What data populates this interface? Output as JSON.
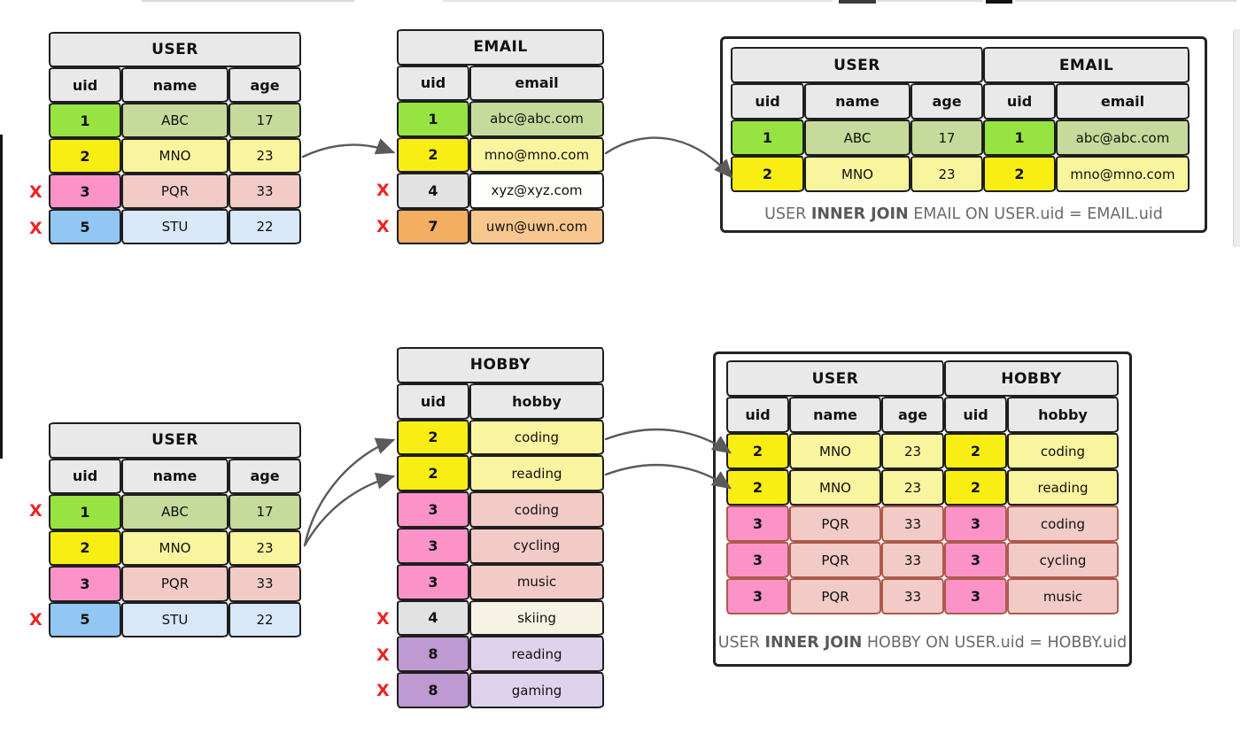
{
  "colors": {
    "key_green": "#97e342",
    "light_green": "#c6db9b",
    "key_yellow": "#f8ee14",
    "light_yellow": "#f9f49e",
    "key_pink": "#fb93c8",
    "light_pink": "#f2cbc6",
    "key_blue": "#92c7f3",
    "light_blue": "#d9e8f8",
    "key_gray": "#e2e2e2",
    "white_cell": "#fdfdfb",
    "key_orange": "#f4ae61",
    "light_orange": "#f7c78e",
    "key_purple": "#bf99d1",
    "light_purple": "#ded2ec",
    "cream_cell": "#f6f3e4",
    "header_bg": "#e9e9e9",
    "x_mark": "#ee2222",
    "arrow": "#5a5a5a",
    "caption_text": "#6a6a6a",
    "pink_border": "#ad5a4d"
  },
  "x_mark_label": "X",
  "tables": {
    "user_top": {
      "title": "USER",
      "headers": [
        "uid",
        "name",
        "age"
      ],
      "rows": [
        {
          "uid": "1",
          "name": "ABC",
          "age": "17"
        },
        {
          "uid": "2",
          "name": "MNO",
          "age": "23"
        },
        {
          "uid": "3",
          "name": "PQR",
          "age": "33",
          "excluded": true
        },
        {
          "uid": "5",
          "name": "STU",
          "age": "22",
          "excluded": true
        }
      ]
    },
    "email": {
      "title": "EMAIL",
      "headers": [
        "uid",
        "email"
      ],
      "rows": [
        {
          "uid": "1",
          "email": "abc@abc.com"
        },
        {
          "uid": "2",
          "email": "mno@mno.com"
        },
        {
          "uid": "4",
          "email": "xyz@xyz.com",
          "excluded": true
        },
        {
          "uid": "7",
          "email": "uwn@uwn.com",
          "excluded": true
        }
      ]
    },
    "user_bottom": {
      "title": "USER",
      "headers": [
        "uid",
        "name",
        "age"
      ],
      "rows": [
        {
          "uid": "1",
          "name": "ABC",
          "age": "17",
          "excluded": true
        },
        {
          "uid": "2",
          "name": "MNO",
          "age": "23"
        },
        {
          "uid": "3",
          "name": "PQR",
          "age": "33"
        },
        {
          "uid": "5",
          "name": "STU",
          "age": "22",
          "excluded": true
        }
      ]
    },
    "hobby": {
      "title": "HOBBY",
      "headers": [
        "uid",
        "hobby"
      ],
      "rows": [
        {
          "uid": "2",
          "hobby": "coding"
        },
        {
          "uid": "2",
          "hobby": "reading"
        },
        {
          "uid": "3",
          "hobby": "coding"
        },
        {
          "uid": "3",
          "hobby": "cycling"
        },
        {
          "uid": "3",
          "hobby": "music"
        },
        {
          "uid": "4",
          "hobby": "skiing",
          "excluded": true
        },
        {
          "uid": "8",
          "hobby": "reading",
          "excluded": true
        },
        {
          "uid": "8",
          "hobby": "gaming",
          "excluded": true
        }
      ]
    }
  },
  "results": {
    "user_email": {
      "group_headers": [
        "USER",
        "EMAIL"
      ],
      "headers": [
        "uid",
        "name",
        "age",
        "uid",
        "email"
      ],
      "rows": [
        {
          "uid": "1",
          "name": "ABC",
          "age": "17",
          "uid2": "1",
          "email": "abc@abc.com"
        },
        {
          "uid": "2",
          "name": "MNO",
          "age": "23",
          "uid2": "2",
          "email": "mno@mno.com"
        }
      ],
      "caption": {
        "pre": "USER ",
        "bold": "INNER JOIN",
        "post": " EMAIL ON USER.uid = EMAIL.uid"
      }
    },
    "user_hobby": {
      "group_headers": [
        "USER",
        "HOBBY"
      ],
      "headers": [
        "uid",
        "name",
        "age",
        "uid",
        "hobby"
      ],
      "rows": [
        {
          "uid": "2",
          "name": "MNO",
          "age": "23",
          "uid2": "2",
          "hobby": "coding"
        },
        {
          "uid": "2",
          "name": "MNO",
          "age": "23",
          "uid2": "2",
          "hobby": "reading"
        },
        {
          "uid": "3",
          "name": "PQR",
          "age": "33",
          "uid2": "3",
          "hobby": "coding"
        },
        {
          "uid": "3",
          "name": "PQR",
          "age": "33",
          "uid2": "3",
          "hobby": "cycling"
        },
        {
          "uid": "3",
          "name": "PQR",
          "age": "33",
          "uid2": "3",
          "hobby": "music"
        }
      ],
      "caption": {
        "pre": "USER ",
        "bold": "INNER JOIN",
        "post": " HOBBY ON USER.uid = HOBBY.uid"
      }
    }
  }
}
